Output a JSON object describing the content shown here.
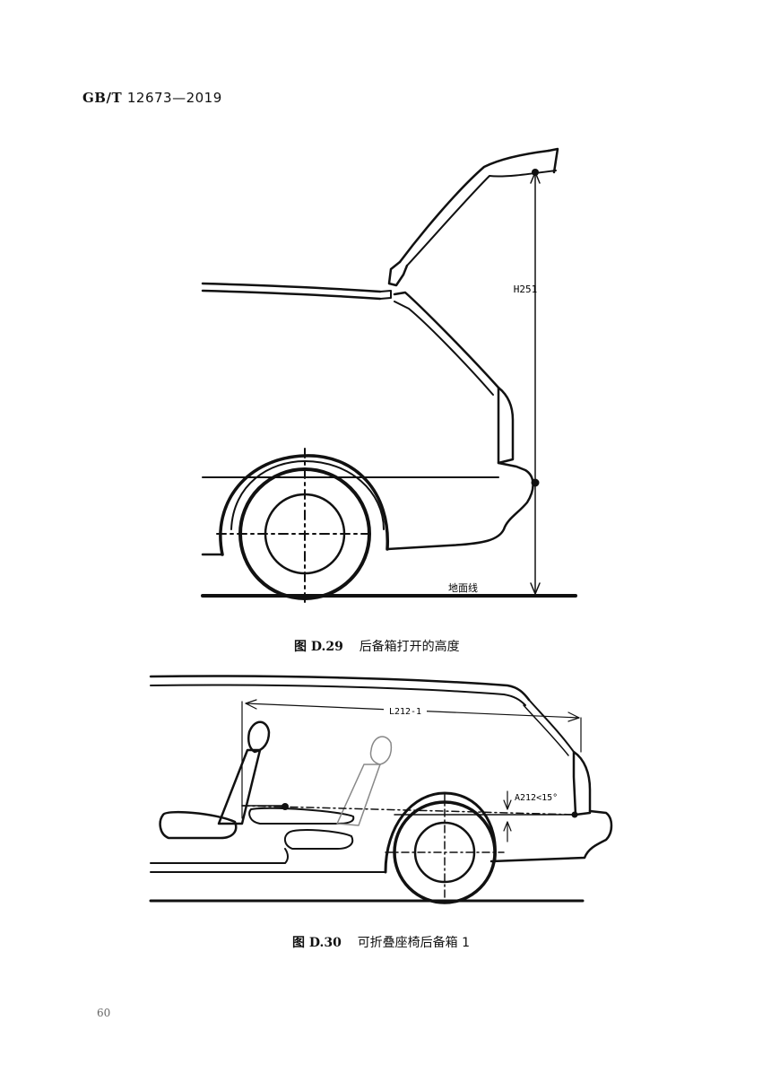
{
  "header": {
    "standard": "GB/T",
    "number": "12673—2019"
  },
  "figure1": {
    "label_height": "H251",
    "label_ground": "地面线",
    "caption_num": "图 D.29",
    "caption_title": "后备箱打开的高度"
  },
  "figure2": {
    "label_length": "L212-1",
    "label_angle": "A212<15°",
    "caption_num": "图 D.30",
    "caption_title": "可折叠座椅后备箱 1"
  },
  "page_number": "60"
}
